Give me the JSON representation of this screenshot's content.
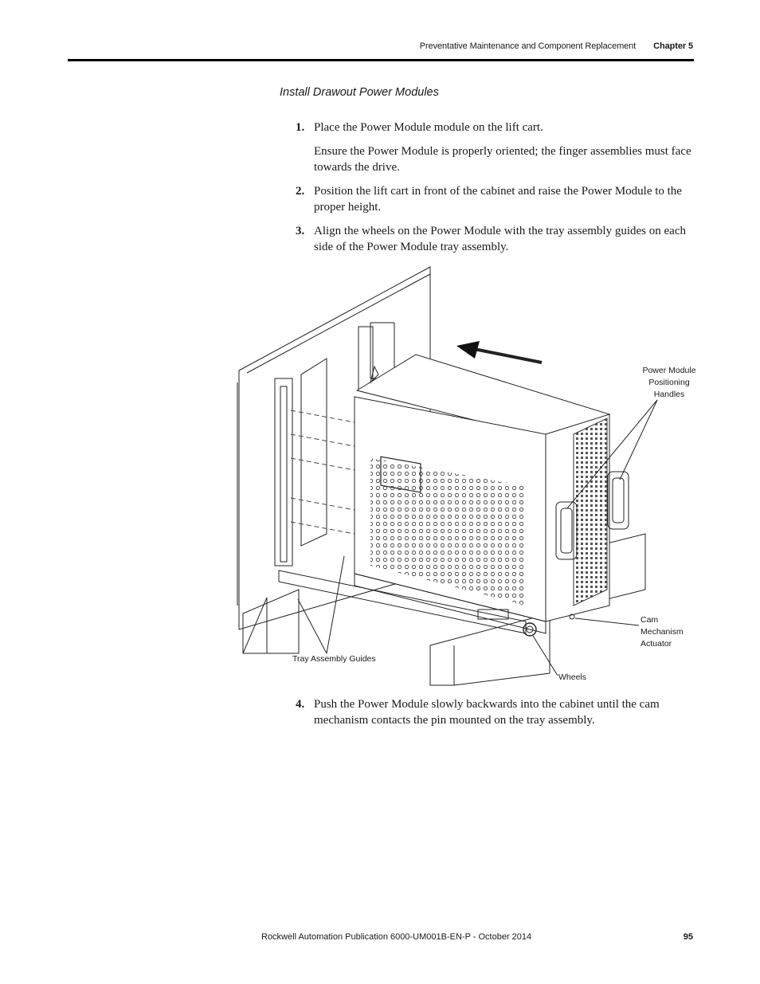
{
  "header": {
    "section_title": "Preventative Maintenance and Component Replacement",
    "chapter": "Chapter 5"
  },
  "subheading": "Install Drawout Power Modules",
  "steps": [
    {
      "num": "1.",
      "text": "Place the Power Module module on the lift cart."
    },
    {
      "note": "Ensure the Power Module is properly oriented; the finger assemblies must face towards the drive."
    },
    {
      "num": "2.",
      "text": "Position the lift cart in front of the cabinet and raise the Power Module to the proper height."
    },
    {
      "num": "3.",
      "text": "Align the wheels on the Power Module with the tray assembly guides on each side of the Power Module tray assembly."
    },
    {
      "num": "4.",
      "text": "Push the Power Module slowly backwards into the cabinet until the cam mechanism contacts the pin mounted on the tray assembly."
    }
  ],
  "figure": {
    "labels": {
      "handles_1": "Power Module",
      "handles_2": "Positioning",
      "handles_3": "Handles",
      "cam_1": "Cam",
      "cam_2": "Mechanism",
      "cam_3": "Actuator",
      "tray_guides": "Tray Assembly Guides",
      "wheels": "Wheels"
    }
  },
  "footer": {
    "publication": "Rockwell Automation Publication 6000-UM001B-EN-P - October 2014",
    "page_number": "95"
  }
}
